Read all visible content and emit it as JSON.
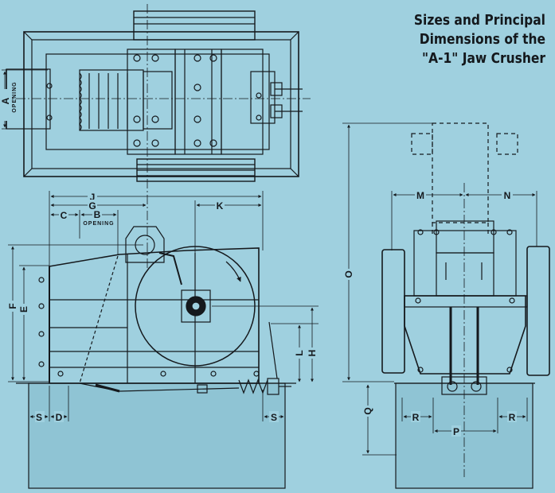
{
  "title": {
    "line1": "Sizes and Principal",
    "line2": "Dimensions of the",
    "line3": "\"A-1\" Jaw Crusher"
  },
  "labels": {
    "A": "A",
    "opening_a": "OPENING",
    "J": "J",
    "G": "G",
    "C": "C",
    "B": "B",
    "opening_b": "OPENING",
    "K": "K",
    "F": "F",
    "E": "E",
    "L": "L",
    "H": "H",
    "S_left": "S",
    "D": "D",
    "S_right": "S",
    "M": "M",
    "N": "N",
    "O": "O",
    "Q": "Q",
    "R_left": "R",
    "P": "P",
    "R_right": "R"
  },
  "colors": {
    "background": "#9fd0df",
    "line": "#15191d",
    "foundation": "#8fc4d4"
  }
}
